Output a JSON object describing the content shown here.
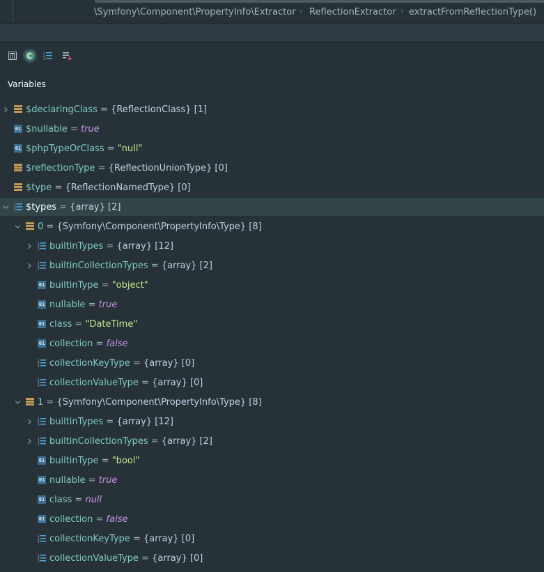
{
  "breadcrumbs": [
    "\\Symfony\\Component\\PropertyInfo\\Extractor",
    "ReflectionExtractor",
    "extractFromReflectionType()"
  ],
  "section_title": "Variables",
  "toolbar": {
    "icons": [
      "calculator-icon",
      "eye-icon",
      "list-icon",
      "add-watch-icon"
    ]
  },
  "colors": {
    "background": "#263238",
    "name": "#80cbc4",
    "string": "#c3e88d",
    "keyword": "#c792ea",
    "field_icon": "#c39a57",
    "primitive_icon": "#3d6f91"
  },
  "variables": [
    {
      "name": "$declaringClass",
      "eq": " = ",
      "value": "{ReflectionClass} [1]",
      "kind": "obj",
      "icon": "field",
      "indent": 0,
      "arrow": "right"
    },
    {
      "name": "$nullable",
      "eq": " = ",
      "value": "true",
      "kind": "kw",
      "icon": "prim",
      "indent": 0,
      "arrow": ""
    },
    {
      "name": "$phpTypeOrClass",
      "eq": " = ",
      "value": "\"null\"",
      "kind": "str",
      "icon": "prim",
      "indent": 0,
      "arrow": ""
    },
    {
      "name": "$reflectionType",
      "eq": " = ",
      "value": "{ReflectionUnionType} [0]",
      "kind": "obj",
      "icon": "field",
      "indent": 0,
      "arrow": ""
    },
    {
      "name": "$type",
      "eq": " = ",
      "value": "{ReflectionNamedType} [0]",
      "kind": "obj",
      "icon": "field",
      "indent": 0,
      "arrow": ""
    },
    {
      "name": "$types",
      "eq": " = ",
      "value": "{array} [2]",
      "kind": "obj",
      "icon": "arr",
      "indent": 0,
      "arrow": "down",
      "selected": true
    },
    {
      "name": "0",
      "eq": " = ",
      "value": "{Symfony\\Component\\PropertyInfo\\Type} [8]",
      "kind": "obj",
      "icon": "field",
      "indent": 1,
      "arrow": "down"
    },
    {
      "name": "builtinTypes",
      "eq": " = ",
      "value": "{array} [12]",
      "kind": "obj",
      "icon": "arr",
      "indent": 2,
      "arrow": "right"
    },
    {
      "name": "builtinCollectionTypes",
      "eq": " = ",
      "value": "{array} [2]",
      "kind": "obj",
      "icon": "arr",
      "indent": 2,
      "arrow": "right"
    },
    {
      "name": "builtinType",
      "eq": " = ",
      "value": "\"object\"",
      "kind": "str",
      "icon": "prim",
      "indent": 2,
      "arrow": ""
    },
    {
      "name": "nullable",
      "eq": " = ",
      "value": "true",
      "kind": "kw",
      "icon": "prim",
      "indent": 2,
      "arrow": ""
    },
    {
      "name": "class",
      "eq": " = ",
      "value": "\"DateTime\"",
      "kind": "str",
      "icon": "prim",
      "indent": 2,
      "arrow": ""
    },
    {
      "name": "collection",
      "eq": " = ",
      "value": "false",
      "kind": "kw",
      "icon": "prim",
      "indent": 2,
      "arrow": ""
    },
    {
      "name": "collectionKeyType",
      "eq": " = ",
      "value": "{array} [0]",
      "kind": "obj",
      "icon": "arr",
      "indent": 2,
      "arrow": ""
    },
    {
      "name": "collectionValueType",
      "eq": " = ",
      "value": "{array} [0]",
      "kind": "obj",
      "icon": "arr",
      "indent": 2,
      "arrow": ""
    },
    {
      "name": "1",
      "eq": " = ",
      "value": "{Symfony\\Component\\PropertyInfo\\Type} [8]",
      "kind": "obj",
      "icon": "field",
      "indent": 1,
      "arrow": "down"
    },
    {
      "name": "builtinTypes",
      "eq": " = ",
      "value": "{array} [12]",
      "kind": "obj",
      "icon": "arr",
      "indent": 2,
      "arrow": "right"
    },
    {
      "name": "builtinCollectionTypes",
      "eq": " = ",
      "value": "{array} [2]",
      "kind": "obj",
      "icon": "arr",
      "indent": 2,
      "arrow": "right"
    },
    {
      "name": "builtinType",
      "eq": " = ",
      "value": "\"bool\"",
      "kind": "str",
      "icon": "prim",
      "indent": 2,
      "arrow": ""
    },
    {
      "name": "nullable",
      "eq": " = ",
      "value": "true",
      "kind": "kw",
      "icon": "prim",
      "indent": 2,
      "arrow": ""
    },
    {
      "name": "class",
      "eq": " = ",
      "value": "null",
      "kind": "kw",
      "icon": "prim",
      "indent": 2,
      "arrow": ""
    },
    {
      "name": "collection",
      "eq": " = ",
      "value": "false",
      "kind": "kw",
      "icon": "prim",
      "indent": 2,
      "arrow": ""
    },
    {
      "name": "collectionKeyType",
      "eq": " = ",
      "value": "{array} [0]",
      "kind": "obj",
      "icon": "arr",
      "indent": 2,
      "arrow": ""
    },
    {
      "name": "collectionValueType",
      "eq": " = ",
      "value": "{array} [0]",
      "kind": "obj",
      "icon": "arr",
      "indent": 2,
      "arrow": ""
    }
  ]
}
